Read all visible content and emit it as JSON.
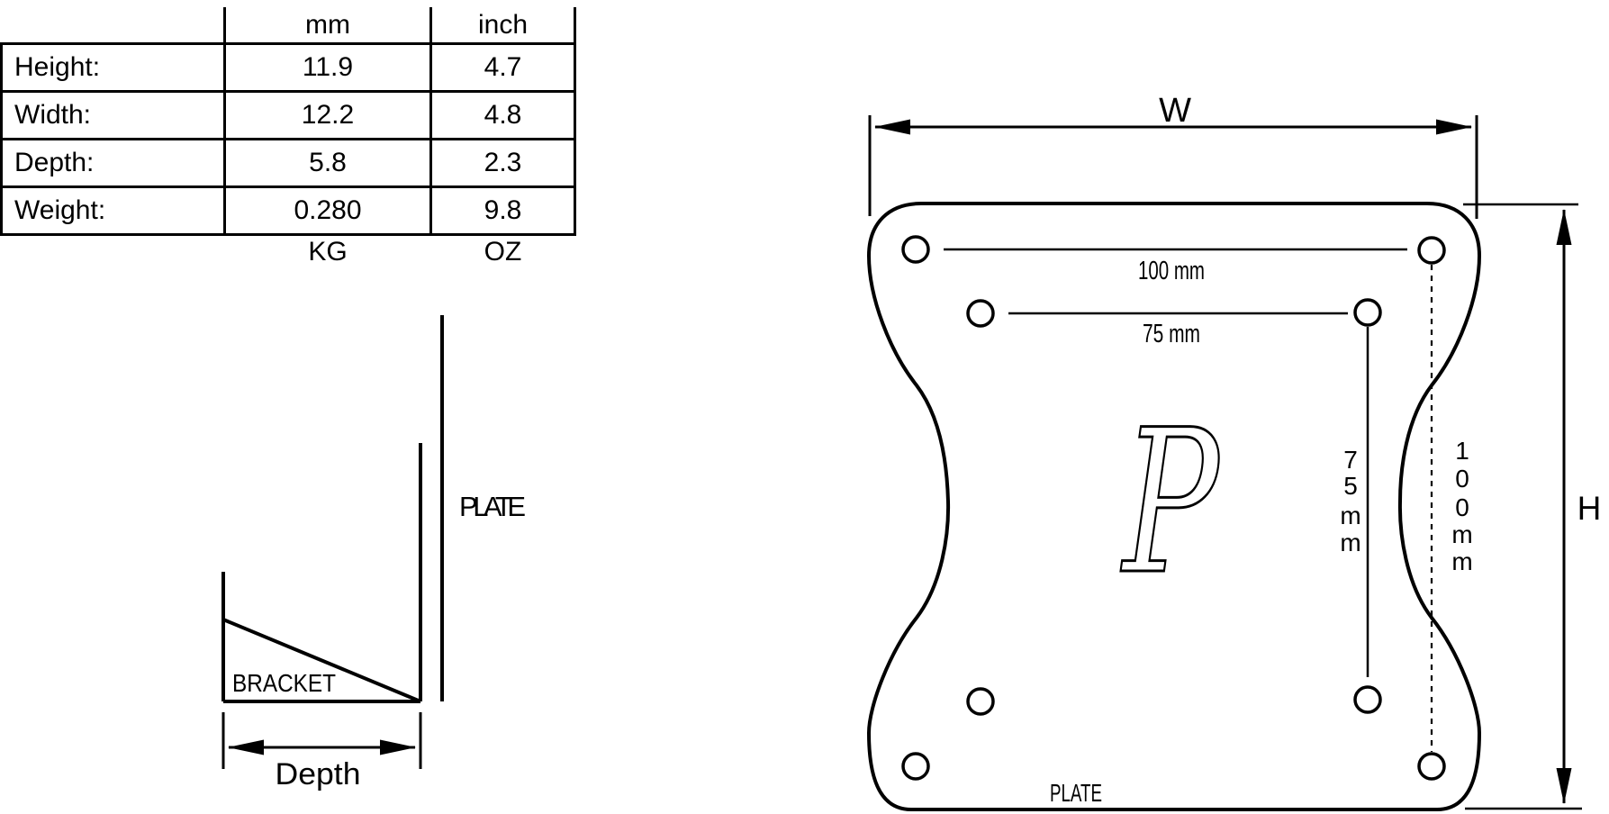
{
  "spec_table": {
    "unit_headers": [
      "mm",
      "inch"
    ],
    "rows": [
      {
        "label": "Height:",
        "mm": "11.9",
        "inch": "4.7"
      },
      {
        "label": "Width:",
        "mm": "12.2",
        "inch": "4.8"
      },
      {
        "label": "Depth:",
        "mm": "5.8",
        "inch": "2.3"
      },
      {
        "label": "Weight:",
        "mm": "0.280",
        "inch": "9.8"
      }
    ],
    "unit_footers": [
      "KG",
      "OZ"
    ]
  },
  "side_view": {
    "plate_label": "PLATE",
    "bracket_label": "BRACKET",
    "depth_label": "Depth"
  },
  "front_view": {
    "width_label": "W",
    "height_label": "H",
    "dim_horizontal_outer": "100 mm",
    "dim_horizontal_inner": "75 mm",
    "dim_vertical_inner_chars": [
      "7",
      "5",
      "m",
      "m"
    ],
    "dim_vertical_outer_chars": [
      "1",
      "0",
      "0",
      "m",
      "m"
    ],
    "plate_label": "PLATE",
    "logo_letter": "P"
  },
  "colors": {
    "ink": "#000000",
    "background": "#ffffff"
  }
}
